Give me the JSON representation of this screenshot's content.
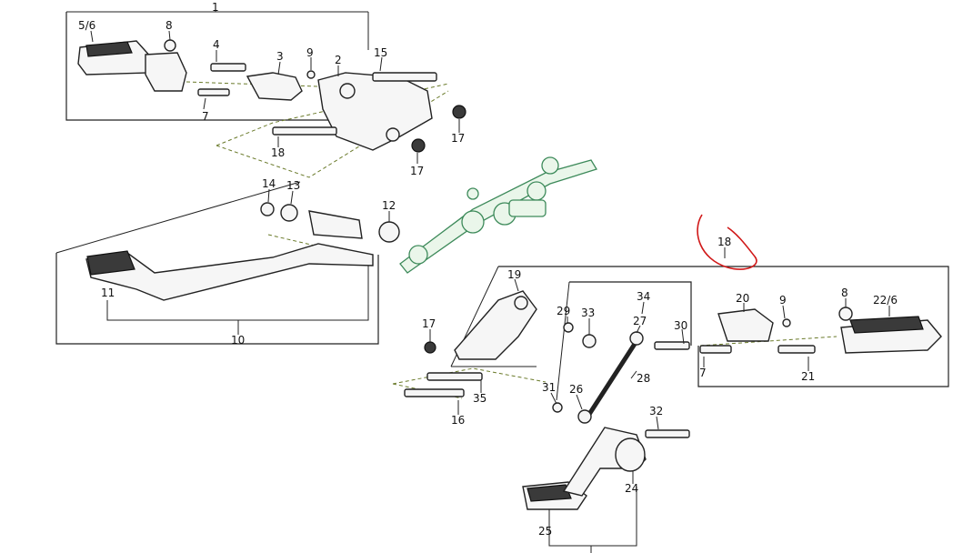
{
  "diagram": {
    "labels": {
      "p1": "1",
      "p5_6": "5/6",
      "p8_top": "8",
      "p4": "4",
      "p3": "3",
      "p9_top": "9",
      "p2": "2",
      "p15": "15",
      "p7_top": "7",
      "p17_a": "17",
      "p18_top": "18",
      "p17_b": "17",
      "p14": "14",
      "p13": "13",
      "p12": "12",
      "p11": "11",
      "p10": "10",
      "p18_marked": "18",
      "p19": "19",
      "p34": "34",
      "p20": "20",
      "p9_r": "9",
      "p8_r": "8",
      "p22_6": "22/6",
      "p17_c": "17",
      "p29": "29",
      "p33": "33",
      "p27": "27",
      "p30": "30",
      "p7_r": "7",
      "p21": "21",
      "p28": "28",
      "p35": "35",
      "p31": "31",
      "p26": "26",
      "p16": "16",
      "p32": "32",
      "p24": "24",
      "p25": "25"
    },
    "colors": {
      "line": "#222222",
      "highlight": "#d01818",
      "green_part": "#3d8a5a"
    }
  }
}
